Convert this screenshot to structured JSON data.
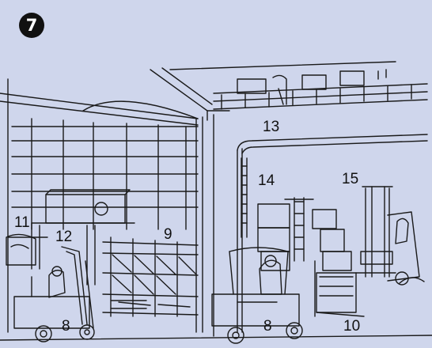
{
  "figure": {
    "number_badge": "7",
    "background_color": "#cfd6ec",
    "ink_color": "#111111"
  },
  "callouts": {
    "c8a": "8",
    "c8b": "8",
    "c9": "9",
    "c10": "10",
    "c11": "11",
    "c12": "12",
    "c13": "13",
    "c14": "14",
    "c15": "15"
  }
}
